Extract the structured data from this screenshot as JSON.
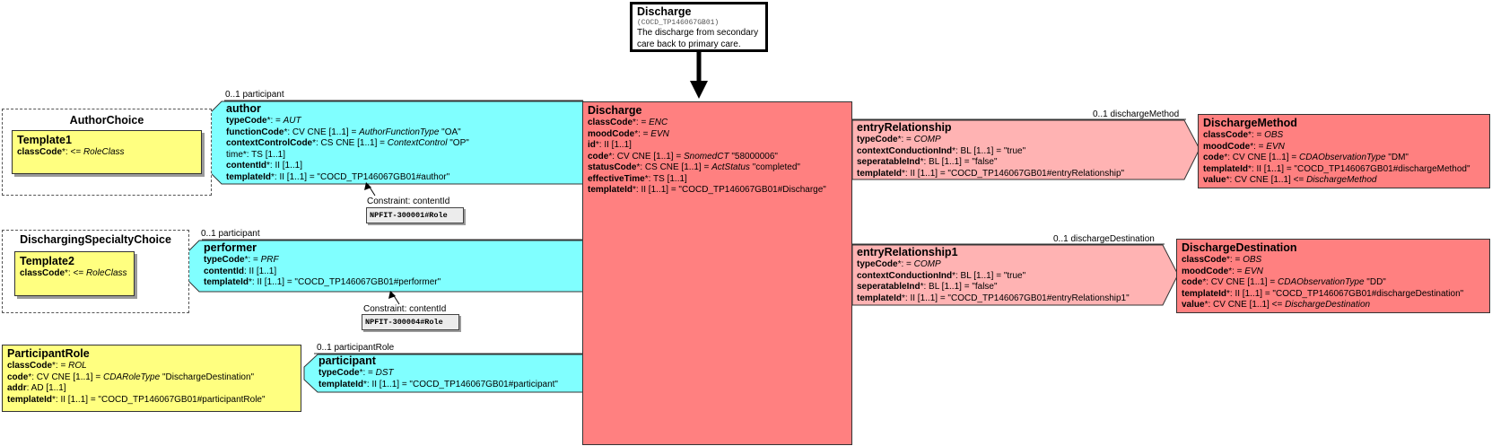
{
  "header": {
    "title": "Discharge",
    "id": "(COCD_TP146067GB01)",
    "desc_line1": "The discharge from secondary",
    "desc_line2": "care back to primary care."
  },
  "author_choice": {
    "title": "AuthorChoice",
    "template_title": "Template1",
    "template_attr_name": "classCode",
    "template_attr_value": "*: <= ",
    "template_attr_italic": "RoleClass"
  },
  "specialty_choice": {
    "title": "DischargingSpecialtyChoice",
    "template_title": "Template2",
    "template_attr_name": "classCode",
    "template_attr_value": "*: <= ",
    "template_attr_italic": "RoleClass"
  },
  "participant_role": {
    "title": "ParticipantRole",
    "attrs": [
      {
        "name": "classCode",
        "pre": "*: = ",
        "italic": "ROL",
        "post": ""
      },
      {
        "name": "code",
        "pre": "*: CV CNE [1..1] = ",
        "italic": "CDARoleType",
        "post": " \"DischargeDestination\""
      },
      {
        "name": "addr",
        "pre": ": AD [1..1]",
        "italic": "",
        "post": ""
      },
      {
        "name": "templateId",
        "pre": "*: II [1..1] = \"COCD_TP146067GB01#participantRole\"",
        "italic": "",
        "post": ""
      }
    ]
  },
  "author": {
    "mult_label": "0..1 participant",
    "title": "author",
    "attrs": [
      {
        "name": "typeCode",
        "pre": "*: = ",
        "italic": "AUT",
        "post": "",
        "bold": true
      },
      {
        "name": "functionCode",
        "pre": "*: CV CNE [1..1] = ",
        "italic": "AuthorFunctionType",
        "post": " \"OA\"",
        "bold": true
      },
      {
        "name": "contextControlCode",
        "pre": "*: CS CNE [1..1] = ",
        "italic": "ContextControl",
        "post": " \"OP\"",
        "bold": true
      },
      {
        "name": "time",
        "pre": "*: TS [1..1]",
        "italic": "",
        "post": "",
        "bold": false
      },
      {
        "name": "contentId",
        "pre": "*: II [1..1]",
        "italic": "",
        "post": "",
        "bold": true
      },
      {
        "name": "templateId",
        "pre": "*: II [1..1] = \"COCD_TP146067GB01#author\"",
        "italic": "",
        "post": "",
        "bold": true
      }
    ],
    "constraint_label": "Constraint: contentId",
    "constraint_value": "NPFIT-300001#Role"
  },
  "performer": {
    "mult_label": "0..1 participant",
    "title": "performer",
    "attrs": [
      {
        "name": "typeCode",
        "pre": "*: = ",
        "italic": "PRF",
        "post": ""
      },
      {
        "name": "contentId",
        "pre": ": II [1..1]",
        "italic": "",
        "post": ""
      },
      {
        "name": "templateId",
        "pre": "*: II [1..1] = \"COCD_TP146067GB01#performer\"",
        "italic": "",
        "post": ""
      }
    ],
    "constraint_label": "Constraint: contentId",
    "constraint_value": "NPFIT-300004#Role"
  },
  "participant": {
    "mult_label": "0..1 participantRole",
    "title": "participant",
    "attrs": [
      {
        "name": "typeCode",
        "pre": "*: = ",
        "italic": "DST",
        "post": ""
      },
      {
        "name": "templateId",
        "pre": "*: II [1..1] = \"COCD_TP146067GB01#participant\"",
        "italic": "",
        "post": ""
      }
    ]
  },
  "discharge": {
    "title": "Discharge",
    "attrs": [
      {
        "name": "classCode",
        "pre": "*: = ",
        "italic": "ENC",
        "post": ""
      },
      {
        "name": "moodCode",
        "pre": "*: = ",
        "italic": "EVN",
        "post": ""
      },
      {
        "name": "id",
        "pre": "*: II [1..1]",
        "italic": "",
        "post": ""
      },
      {
        "name": "code",
        "pre": "*: CV CNE [1..1] = ",
        "italic": "SnomedCT",
        "post": " \"58000006\""
      },
      {
        "name": "statusCode",
        "pre": "*: CS CNE [1..1] = ",
        "italic": "ActStatus",
        "post": " \"completed\""
      },
      {
        "name": "effectiveTime",
        "pre": "*: TS [1..1]",
        "italic": "",
        "post": ""
      },
      {
        "name": "templateId",
        "pre": "*: II [1..1] = \"COCD_TP146067GB01#Discharge\"",
        "italic": "",
        "post": ""
      }
    ]
  },
  "entry_relationship": {
    "mult_label": "0..1 dischargeMethod",
    "title": "entryRelationship",
    "attrs": [
      {
        "name": "typeCode",
        "pre": "*: = ",
        "italic": "COMP",
        "post": ""
      },
      {
        "name": "contextConductionInd",
        "pre": "*: BL [1..1] = \"true\"",
        "italic": "",
        "post": ""
      },
      {
        "name": "seperatableInd",
        "pre": "*: BL [1..1] = \"false\"",
        "italic": "",
        "post": ""
      },
      {
        "name": "templateId",
        "pre": "*: II [1..1] = \"COCD_TP146067GB01#entryRelationship\"",
        "italic": "",
        "post": ""
      }
    ]
  },
  "entry_relationship1": {
    "mult_label": "0..1 dischargeDestination",
    "title": "entryRelationship1",
    "attrs": [
      {
        "name": "typeCode",
        "pre": "*: = ",
        "italic": "COMP",
        "post": ""
      },
      {
        "name": "contextConductionInd",
        "pre": "*: BL [1..1] = \"true\"",
        "italic": "",
        "post": ""
      },
      {
        "name": "seperatableInd",
        "pre": "*: BL [1..1] = \"false\"",
        "italic": "",
        "post": ""
      },
      {
        "name": "templateId",
        "pre": "*: II [1..1] = \"COCD_TP146067GB01#entryRelationship1\"",
        "italic": "",
        "post": ""
      }
    ]
  },
  "discharge_method": {
    "title": "DischargeMethod",
    "attrs": [
      {
        "name": "classCode",
        "pre": "*: = ",
        "italic": "OBS",
        "post": ""
      },
      {
        "name": "moodCode",
        "pre": "*: = ",
        "italic": "EVN",
        "post": ""
      },
      {
        "name": "code",
        "pre": "*: CV CNE [1..1] = ",
        "italic": "CDAObservationType",
        "post": " \"DM\""
      },
      {
        "name": "templateId",
        "pre": "*: II [1..1] = \"COCD_TP146067GB01#dischargeMethod\"",
        "italic": "",
        "post": ""
      },
      {
        "name": "value",
        "pre": "*: CV CNE [1..1] <= ",
        "italic": "DischargeMethod",
        "post": ""
      }
    ]
  },
  "discharge_destination": {
    "title": "DischargeDestination",
    "attrs": [
      {
        "name": "classCode",
        "pre": "*: = ",
        "italic": "OBS",
        "post": ""
      },
      {
        "name": "moodCode",
        "pre": "*: = ",
        "italic": "EVN",
        "post": ""
      },
      {
        "name": "code",
        "pre": "*: CV CNE [1..1] = ",
        "italic": "CDAObservationType",
        "post": " \"DD\""
      },
      {
        "name": "templateId",
        "pre": "*: II [1..1] = \"COCD_TP146067GB01#dischargeDestination\"",
        "italic": "",
        "post": ""
      },
      {
        "name": "value",
        "pre": "*: CV CNE [1..1] <= ",
        "italic": "DischargeDestination",
        "post": ""
      }
    ]
  },
  "colors": {
    "act_red": "#ff8080",
    "relationship_pink": "#ffb3b3",
    "participation_cyan": "#80ffff",
    "role_yellow": "#ffff80"
  }
}
